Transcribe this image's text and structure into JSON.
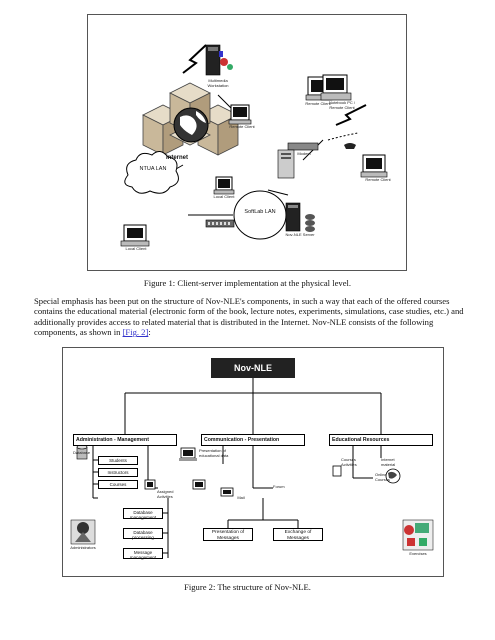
{
  "figure1": {
    "caption": "Figure 1: Client-server implementation at the physical level.",
    "labels": {
      "internet": "Internet",
      "ntua_lan": "NTUA LAN",
      "softlab_lan": "SoftLab LAN",
      "top_workstation": "Multimedia Workstation",
      "top_client": "Remote Client",
      "mid_client": "Remote Client",
      "notebook": "Notebook PC / Remote Client",
      "router": "Modem",
      "modem_client": "Remote Client",
      "local_client": "Local Client",
      "server": "Nov-NLE Server",
      "bottom_client": "Local Client"
    }
  },
  "paragraph": {
    "text": "Special emphasis has been put on the structure of Nov-NLE's components, in such a way that each of the offered courses contains the educational material (electronic form of the book, lecture notes, experiments, simulations, case studies, etc.) and additionally provides access to related material that is distributed in the Internet. Nov-NLE consists of the following components, as shown in ",
    "link": "[Fig. 2]",
    "tail": ":"
  },
  "figure2": {
    "caption": "Figure 2: The structure of Nov-NLE.",
    "root": "Nov-NLE",
    "branches": {
      "admin": "Administration - Management",
      "comm": "Communication - Presentation",
      "edu": "Educational Resources"
    },
    "admin_items": {
      "db_icon": "Database",
      "students": "Students",
      "instructors": "Instructors",
      "courses": "Courses",
      "assigned": "Assigned Activities",
      "db_mgmt": "Database management",
      "db_proc": "Database processing",
      "msg_mgmt": "Message management",
      "administrators": "Administrators"
    },
    "comm_items": {
      "presentation": "Presentation of educational data",
      "mail": "Mail",
      "forum": "Forum",
      "pres_msg": "Presentation of Messages",
      "exch_msg": "Exchange of Messages"
    },
    "edu_items": {
      "courses_activ": "Courses Activities",
      "internet": "Internet material",
      "online": "Online Courses",
      "exercises": "Exercises"
    }
  }
}
